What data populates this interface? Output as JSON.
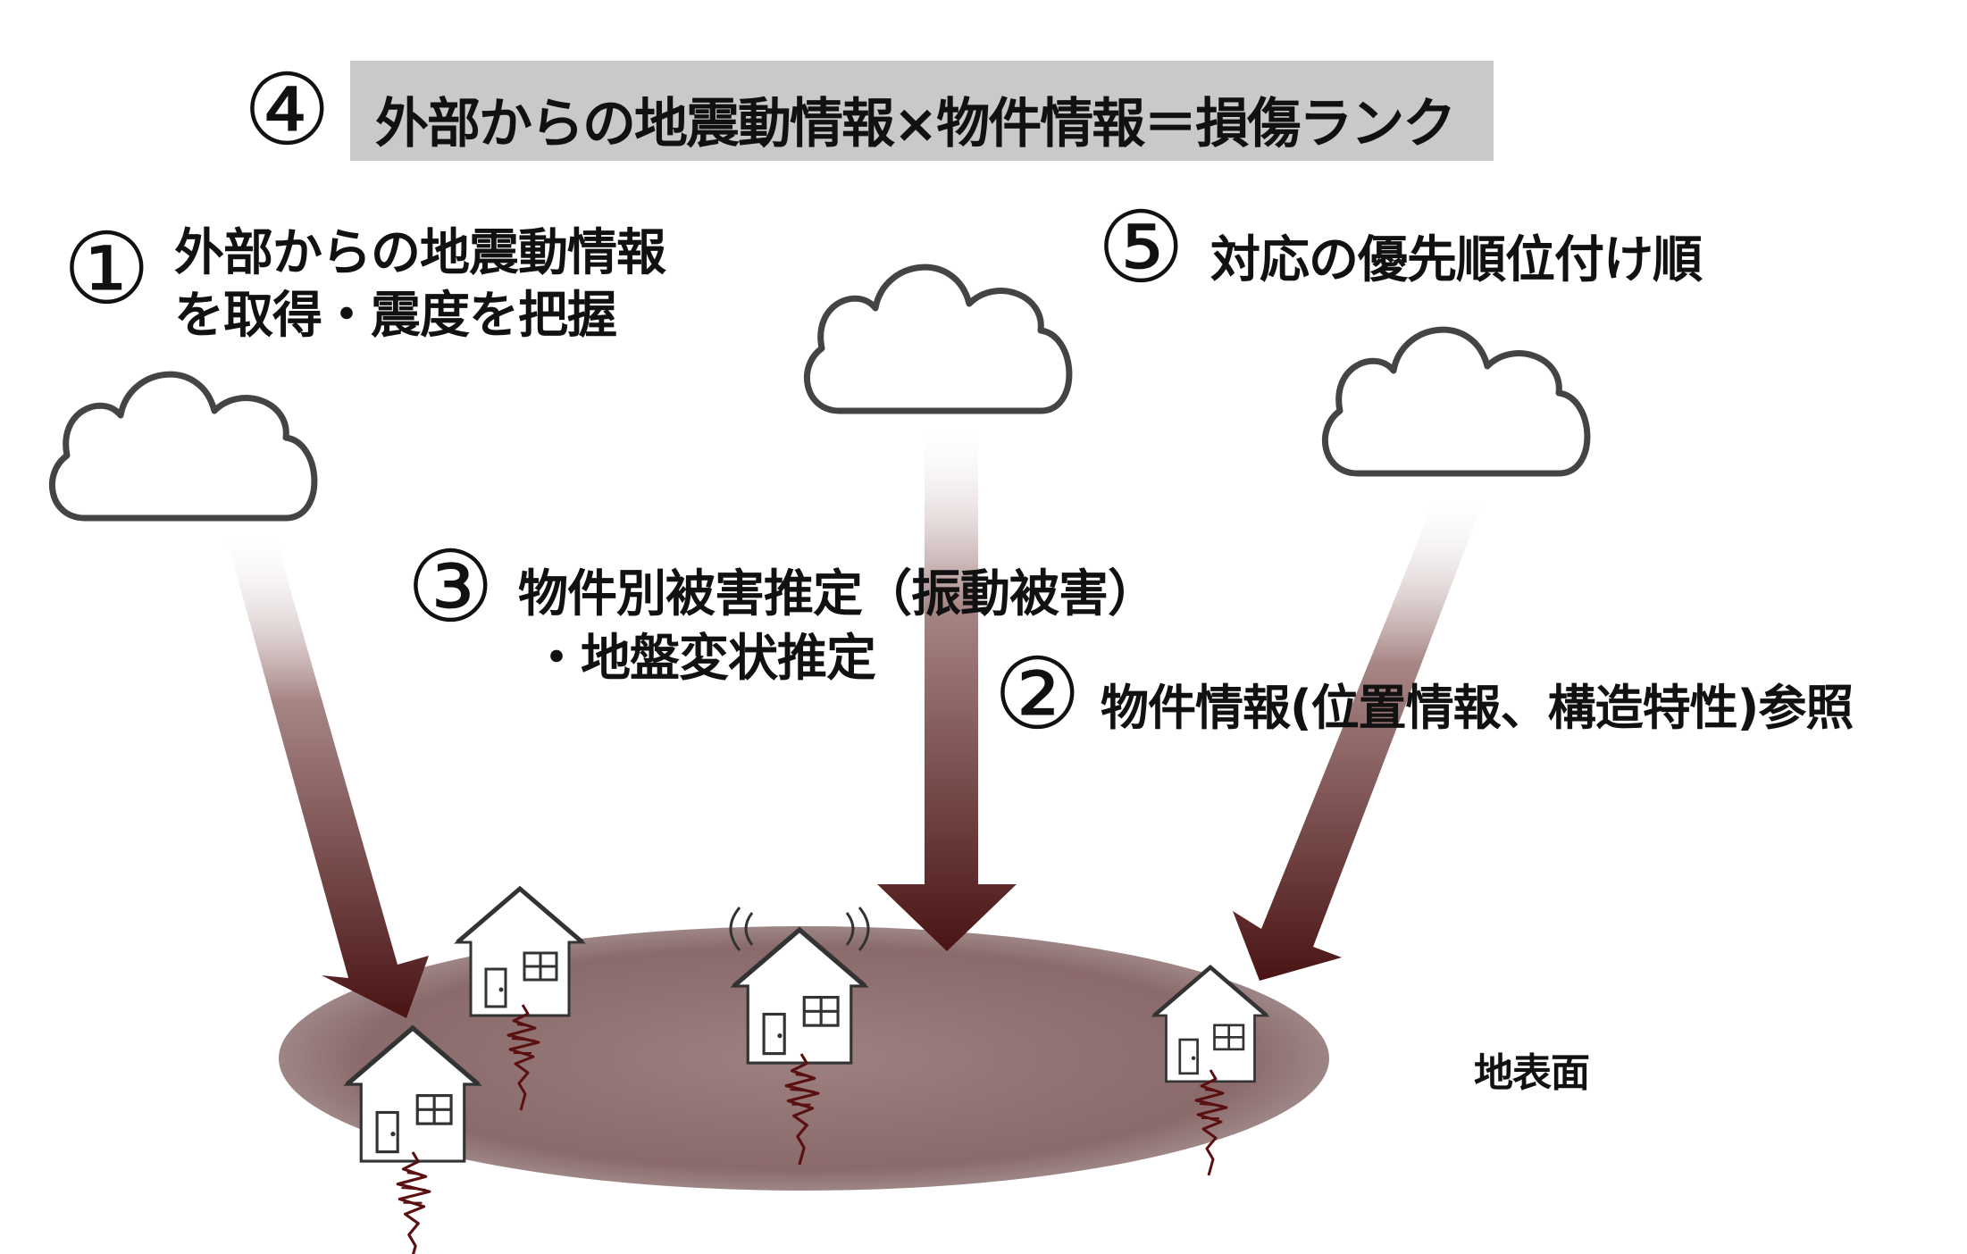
{
  "title": {
    "number": "④",
    "text": "外部からの地震動情報×物件情報＝損傷ランク"
  },
  "steps": [
    {
      "number": "①",
      "line1": "外部からの地震動情報",
      "line2": "を取得・震度を把握"
    },
    {
      "number": "②",
      "line1": "物件情報(位置情報、構造特性)参照"
    },
    {
      "number": "③",
      "line1": "物件別被害推定（振動被害）",
      "line2": "・地盤変状推定"
    },
    {
      "number": "⑤",
      "line1": "対応の優先順位付け順"
    }
  ],
  "ground_label": "地表面",
  "colors": {
    "title_box": "#c9c9c9",
    "arrow_dark": "#4a1414",
    "ground_fill": "#8a6a6a",
    "seismic_wave": "#5a1010",
    "cloud_stroke": "#444444"
  },
  "icons": [
    "cloud-icon",
    "house-icon",
    "seismic-wave-icon",
    "vibration-icon",
    "arrow-down-icon"
  ]
}
